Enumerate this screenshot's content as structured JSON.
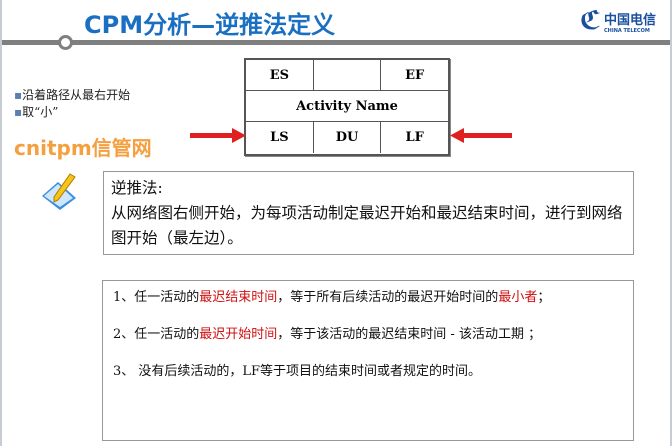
{
  "header": {
    "title": "CPM分析—逆推法定义",
    "logo_cn": "中国电信",
    "logo_en": "CHINA TELECOM"
  },
  "bullets": [
    "沿着路径从最右开始",
    "取“小”"
  ],
  "node": {
    "es": "ES",
    "blank": "",
    "ef": "EF",
    "name": "Activity Name",
    "ls": "LS",
    "du": "DU",
    "lf": "LF"
  },
  "definition": {
    "heading": "逆推法:",
    "body": "从网络图右侧开始，为每项活动制定最迟开始和最迟结束时间，进行到网络图开始（最左边）。"
  },
  "watermark": "cnitpm信管网",
  "rules": [
    {
      "a": "1、任一活动的",
      "b": "最迟结束时间",
      "c": "，等于所有后续活动的最迟开始时间的",
      "d": "最小者",
      "e": "；"
    },
    {
      "a": "2、任一活动的",
      "b": "最迟开始时间",
      "c": "，等于该活动的最迟结束时间 - 该活动工期 ；"
    },
    {
      "a": "3、 没有后续活动的，LF等于项目的结束时间或者规定的时间。"
    }
  ],
  "colors": {
    "title": "#1a6fc2",
    "highlight": "#d01010",
    "arrow": "#e02020"
  }
}
